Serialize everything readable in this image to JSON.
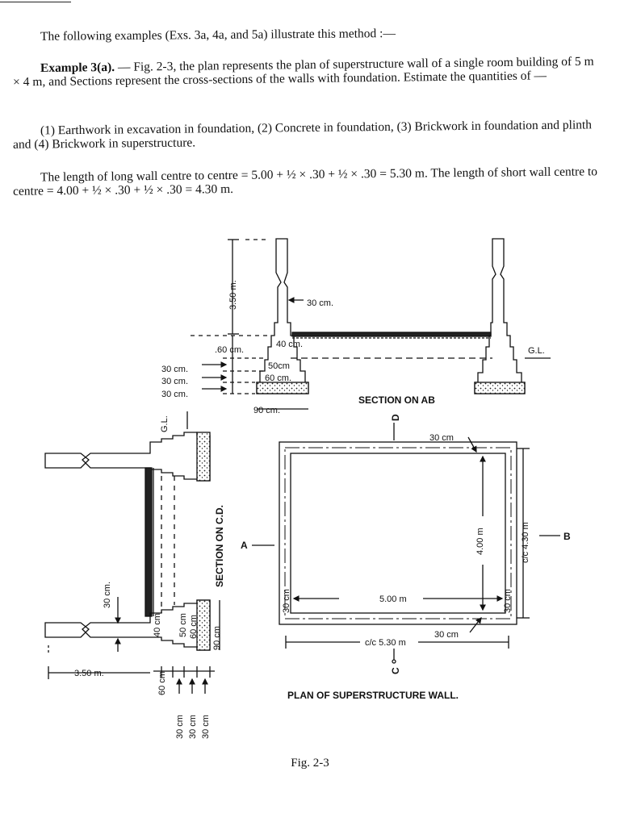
{
  "text": {
    "intro": "The following examples (Exs. 3a, 4a, and 5a) illustrate this method :—",
    "example_label": "Example 3(a).",
    "example_body": " — Fig. 2-3, the plan represents the plan of superstructure wall of a single room building of 5 m × 4 m, and Sections represent the cross-sections of the walls with foundation. Estimate the quantities of —",
    "items": "(1) Earthwork in excavation in foundation, (2) Concrete in foundation, (3) Brickwork in foundation and plinth and (4) Brickwork in superstructure.",
    "lengths": "The length of long wall centre to centre = 5.00 + ½ × .30 + ½ × .30 = 5.30 m. The length of short wall centre to centre = 4.00 + ½ × .30 + ½ × .30 = 4.30 m."
  },
  "section_ab": {
    "title": "SECTION ON AB",
    "height": "3.50 m.",
    "wall": "30 cm.",
    "plinth": ".60 cm.",
    "step1": "40 cm.",
    "step2": "50cm",
    "step3": "60 cm.",
    "d1": "30 cm.",
    "d2": "30 cm.",
    "d3": "30 cm.",
    "base": "90 cm.",
    "gl": "G.L."
  },
  "section_cd": {
    "title": "SECTION ON C.D.",
    "gl": "G.L.",
    "wall": "30 cm.",
    "height": "3.50 m.",
    "s40": "40 cm",
    "s50": "50 cm",
    "s60": "60 cm",
    "s90": "90 cm",
    "plinth": "60 cm",
    "d1": "30 cm",
    "d2": "30 cm",
    "d3": "30 cm"
  },
  "plan": {
    "title": "PLAN OF SUPERSTRUCTURE WALL.",
    "wall_top": "30 cm",
    "wall_left": "30 cm",
    "wall_right": "30 cm",
    "wall_bottom": "30 cm",
    "inner_length": "5.00 m",
    "inner_width": "4.00 m",
    "cc_length": "c/c 5.30 m",
    "cc_width": "c/c 4.30 m",
    "A": "A",
    "B": "B",
    "C": "C",
    "D": "D"
  },
  "caption": "Fig. 2-3"
}
